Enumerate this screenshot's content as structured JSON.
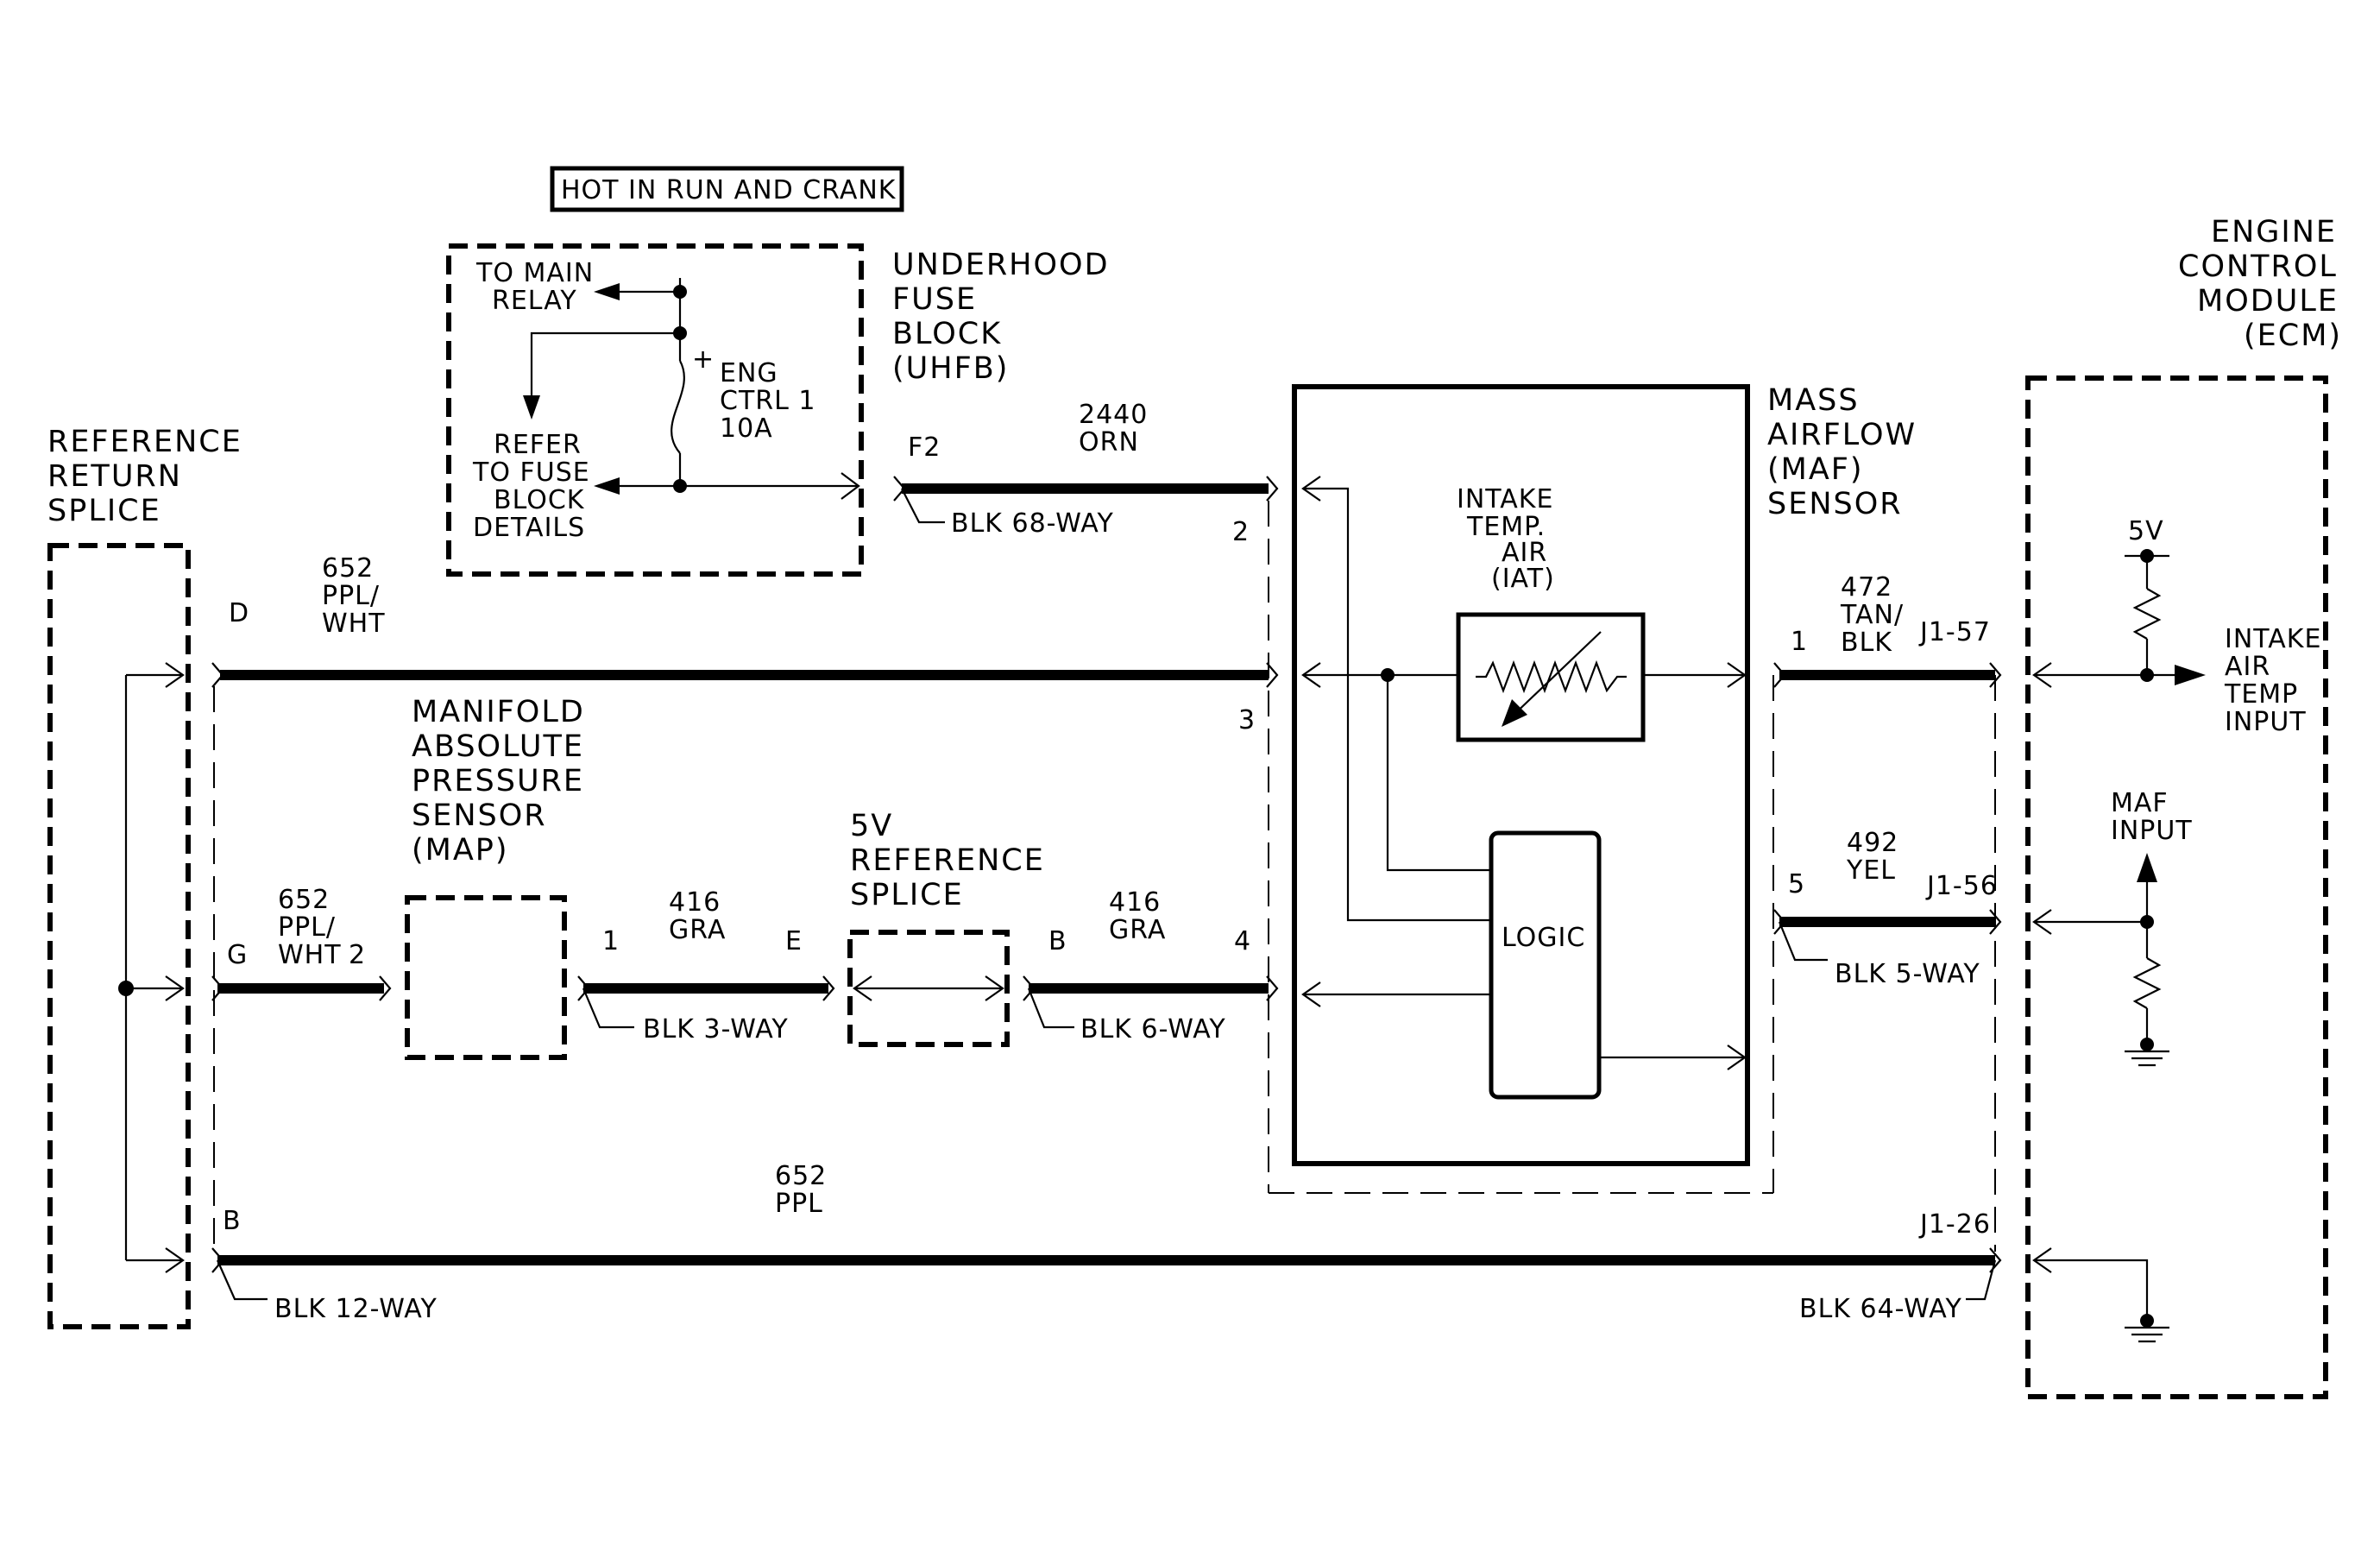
{
  "colors": {
    "ink": "#000000",
    "paper": "#ffffff"
  },
  "hot_box": "HOT IN RUN AND CRANK",
  "uhfb": {
    "title": [
      "UNDERHOOD",
      "FUSE",
      "BLOCK",
      "(UHFB)"
    ],
    "to_main_relay": [
      "TO MAIN",
      "RELAY"
    ],
    "refer": [
      "REFER",
      "TO FUSE",
      "BLOCK",
      "DETAILS"
    ],
    "fuse_plus": "+",
    "fuse_label": [
      "ENG",
      "CTRL 1",
      "10A"
    ]
  },
  "reference_return_splice": [
    "REFERENCE",
    "RETURN",
    "SPLICE"
  ],
  "map_sensor": [
    "MANIFOLD",
    "ABSOLUTE",
    "PRESSURE",
    "SENSOR",
    "(MAP)"
  ],
  "five_v_splice": [
    "5V",
    "REFERENCE",
    "SPLICE"
  ],
  "maf_sensor": {
    "title": [
      "MASS",
      "AIRFLOW",
      "(MAF)",
      "SENSOR"
    ],
    "iat": [
      "INTAKE",
      "TEMP.",
      "AIR",
      "(IAT)"
    ],
    "logic": "LOGIC"
  },
  "ecm": {
    "title": [
      "ENGINE",
      "CONTROL",
      "MODULE",
      "(ECM)"
    ],
    "five_v": "5V",
    "iat_input": [
      "INTAKE",
      "AIR",
      "TEMP",
      "INPUT"
    ],
    "maf_input": [
      "MAF",
      "INPUT"
    ]
  },
  "connectors": {
    "blk68": "BLK 68-WAY",
    "blk12": "BLK 12-WAY",
    "blk3": "BLK 3-WAY",
    "blk6": "BLK 6-WAY",
    "blk5": "BLK 5-WAY",
    "blk64": "BLK 64-WAY"
  },
  "wires": {
    "w2440": [
      "2440",
      "ORN"
    ],
    "w652_d": [
      "652",
      "PPL/",
      "WHT"
    ],
    "w652_g": [
      "652",
      "PPL/",
      "WHT"
    ],
    "w416_a": [
      "416",
      "GRA"
    ],
    "w416_b": [
      "416",
      "GRA"
    ],
    "w652_b": [
      "652",
      "PPL"
    ],
    "w472": [
      "472",
      "TAN/",
      "BLK"
    ],
    "w492": [
      "492",
      "YEL"
    ]
  },
  "pins": {
    "f2": "F2",
    "p2_maf": "2",
    "d": "D",
    "p3": "3",
    "g": "G",
    "p2_map": "2",
    "p1_map": "1",
    "e": "E",
    "b_left": "B",
    "p4": "4",
    "b_bottom": "B",
    "maf1": "1",
    "j157": "J1-57",
    "maf5": "5",
    "j156": "J1-56",
    "j126": "J1-26"
  }
}
